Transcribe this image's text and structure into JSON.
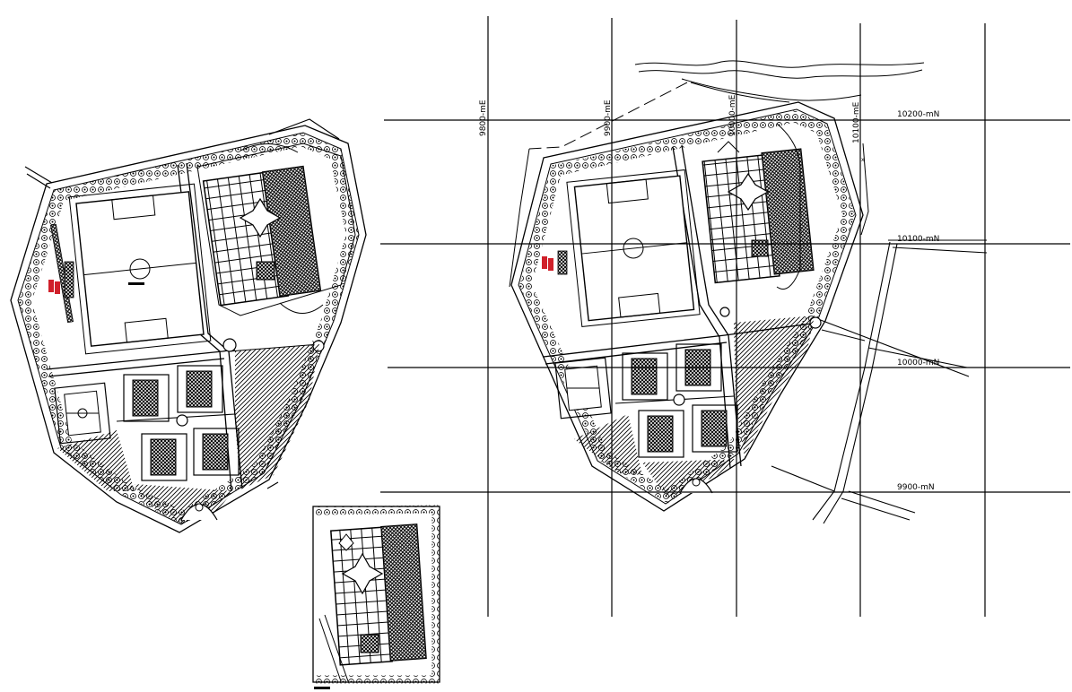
{
  "drawing": {
    "line_color": "#000000",
    "accent_color": "#d0202a",
    "background": "#ffffff"
  },
  "grid": {
    "easting_labels": [
      "9800-mE",
      "9900-mE",
      "10000-mE",
      "10100-mE"
    ],
    "northing_labels": [
      "10200-mN",
      "10100-mN",
      "10000-mN",
      "9900-mN"
    ]
  }
}
